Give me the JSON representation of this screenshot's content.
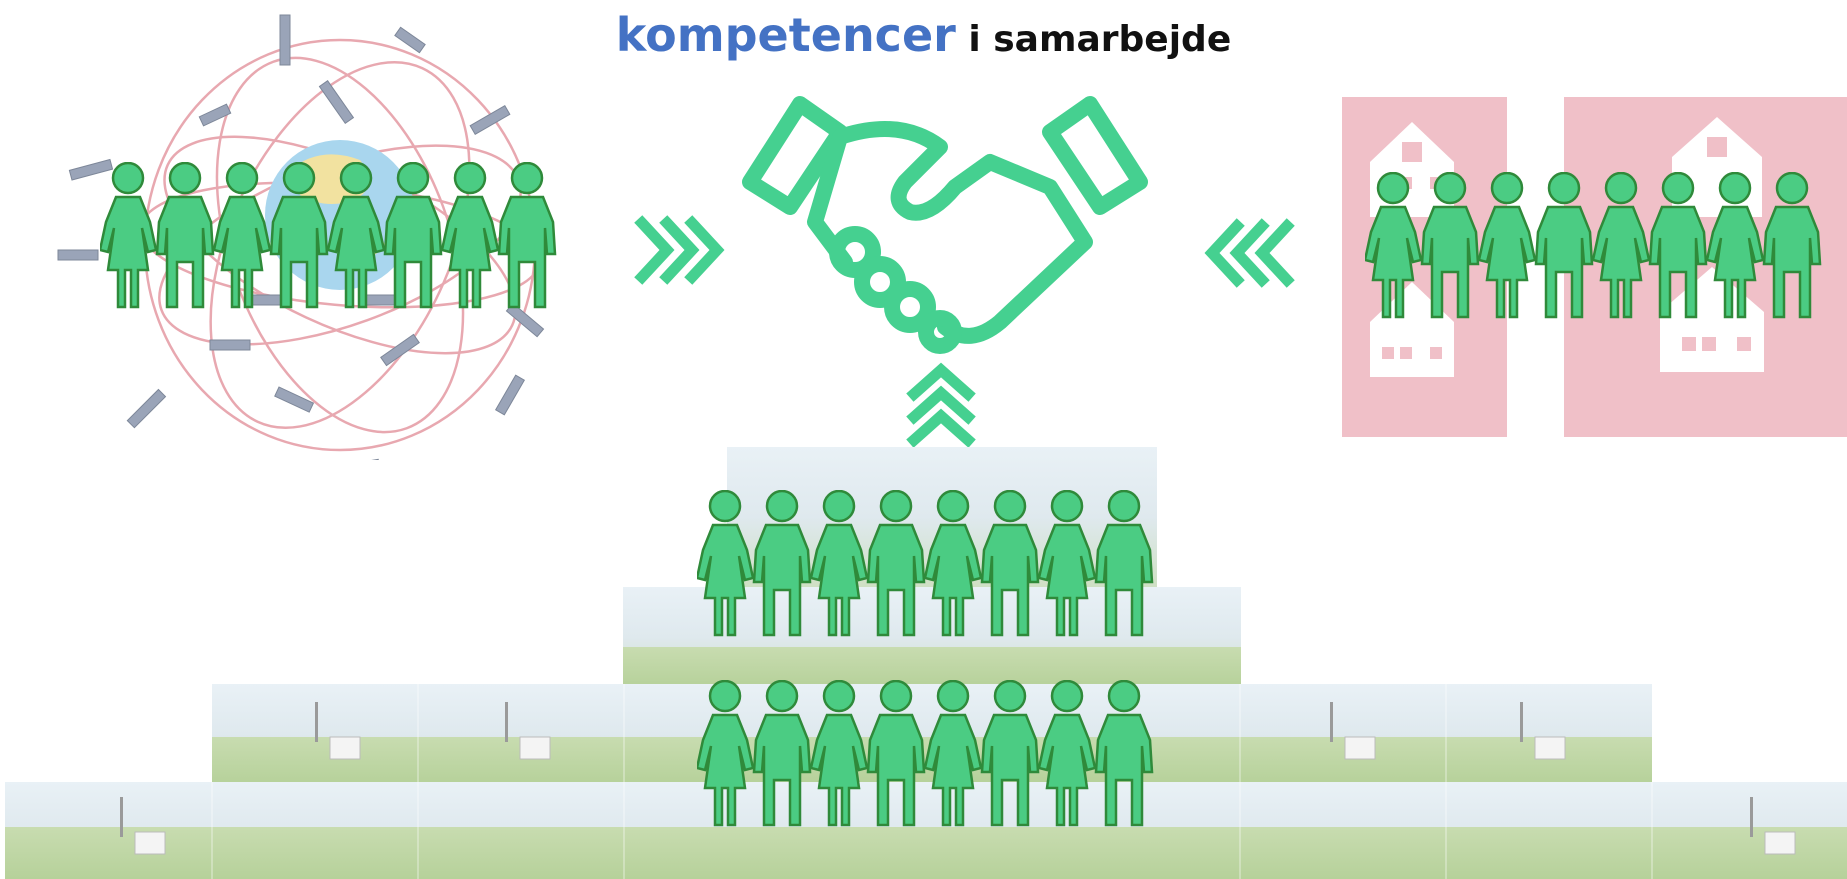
{
  "title": {
    "highlight": "kompetencer",
    "rest": " i samarbejde"
  },
  "colors": {
    "accent": "#4472c4",
    "people": "#4bcc83",
    "people_outline": "#2f8a3a",
    "handshake": "#45d090",
    "building_bg": "#f0c0c8",
    "globe_orbits": "#e8a8b0"
  },
  "groups": {
    "satellite_group": {
      "icon": "globe-satellites-icon",
      "people_count": 8
    },
    "municipality_group": {
      "icon": "school-building-icon",
      "people_count": 8
    },
    "station_group": {
      "icon": "weather-station-icon",
      "people_count": 16
    }
  },
  "arrows": {
    "left": "chevrons-right-icon",
    "right": "chevrons-left-icon",
    "bottom": "chevrons-up-icon"
  },
  "center_icon": "handshake-icon"
}
